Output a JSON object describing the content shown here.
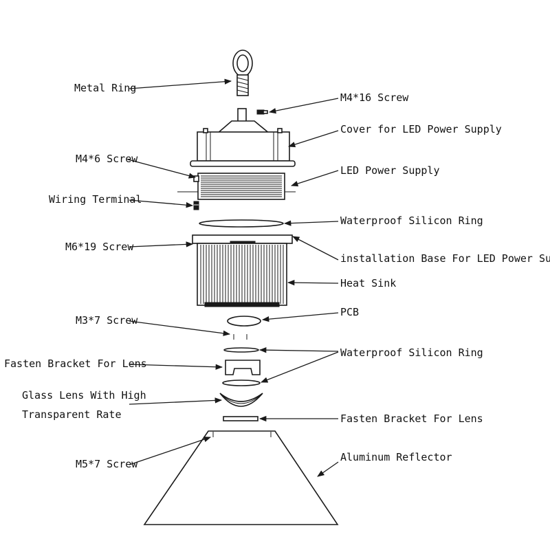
{
  "labels": {
    "metal_ring": "Metal Ring",
    "m4_16_screw": "M4*16 Screw",
    "cover_power_supply": "Cover for LED Power Supply",
    "m4_6_screw": "M4*6 Screw",
    "led_power_supply": "LED Power Supply",
    "wiring_terminal": "Wiring Terminal",
    "waterproof_ring_top": "Waterproof Silicon Ring",
    "m6_19_screw": "M6*19 Screw",
    "installation_base": "installation Base For LED Power Supply",
    "heat_sink": "Heat Sink",
    "pcb": "PCB",
    "m3_7_screw": "M3*7 Screw",
    "waterproof_ring_bottom": "Waterproof Silicon Ring",
    "fasten_bracket_left": "Fasten Bracket For Lens",
    "glass_lens_line1": "Glass Lens With High",
    "glass_lens_line2": "Transparent Rate",
    "fasten_bracket_right": "Fasten Bracket For Lens",
    "m5_7_screw": "M5*7 Screw",
    "aluminum_reflector": "Aluminum Reflector"
  }
}
